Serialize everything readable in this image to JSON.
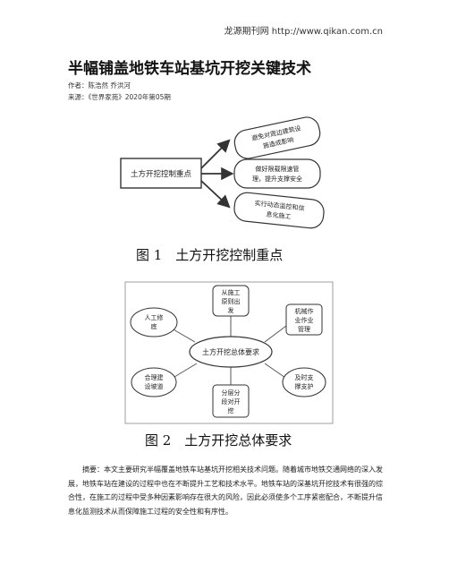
{
  "header": {
    "site": "龙源期刊网 http://www.qikan.com.cn"
  },
  "article": {
    "title": "半幅铺盖地铁车站基坑开挖关键技术",
    "author_line": "作者：陈浩然 乔洪河",
    "source_line": "来源：《世界家苑》2020年第05期"
  },
  "figure1": {
    "caption": "图 1　土方开挖控制重点",
    "center": "土方开挖控制重点",
    "items": [
      [
        "避免对周边建筑设",
        "施造成影响"
      ],
      [
        "做好限载限速管",
        "理，提升支撑安全"
      ],
      [
        "实行动态监控和信",
        "息化施工"
      ]
    ]
  },
  "figure2": {
    "caption": "图 2　土方开挖总体要求",
    "center": "土方开挖总体要求",
    "top": [
      "从施工",
      "原则出",
      "发"
    ],
    "left": [
      "人工修",
      "底"
    ],
    "right": [
      "机械作",
      "业作业",
      "管理"
    ],
    "bottom_left": [
      "合理建",
      "设坡道"
    ],
    "bottom": [
      "分层分",
      "段对开",
      "挖"
    ],
    "bottom_right": [
      "及时支",
      "撑支护"
    ]
  },
  "abstract": {
    "label": "摘要：",
    "text": "本文主要研究半幅覆盖地铁车站基坑开挖相关技术问题。随着城市地铁交通网络的深入发展，地铁车站在建设的过程中也在不断提升工艺和技术水平。地铁车站的深基坑开挖技术有很强的综合性，在施工的过程中受多种因素影响存在很大的风险，因此必须使多个工序紧密配合，不断提升信息化监测技术从而保障施工过程的安全性和有序性。"
  }
}
